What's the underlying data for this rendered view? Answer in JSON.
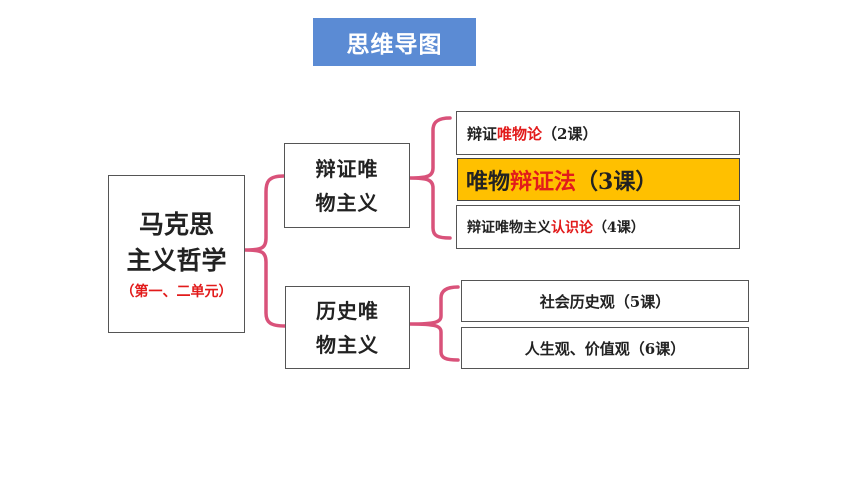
{
  "title": "思维导图",
  "root": {
    "line1": "马克思",
    "line2": "主义哲学",
    "note": "（第一、二单元）"
  },
  "branches": [
    {
      "line1": "辩证唯",
      "line2": "物主义",
      "items": [
        {
          "pre": "辩证",
          "hl": "唯物论",
          "post": "（2课）"
        },
        {
          "pre": "唯物",
          "hl": "辩证法",
          "post": "（3课）"
        },
        {
          "pre": "辩证唯物主义",
          "hl": "认识论",
          "post": "（4课）"
        }
      ]
    },
    {
      "line1": "历史唯",
      "line2": "物主义",
      "items": [
        {
          "text": "社会历史观（5课）"
        },
        {
          "text": "人生观、价值观（6课）"
        }
      ]
    }
  ],
  "colors": {
    "title_bg": "#5b8bd4",
    "highlight_bg": "#ffc000",
    "accent_red": "#e21b1b",
    "bracket": "#d9527a"
  }
}
